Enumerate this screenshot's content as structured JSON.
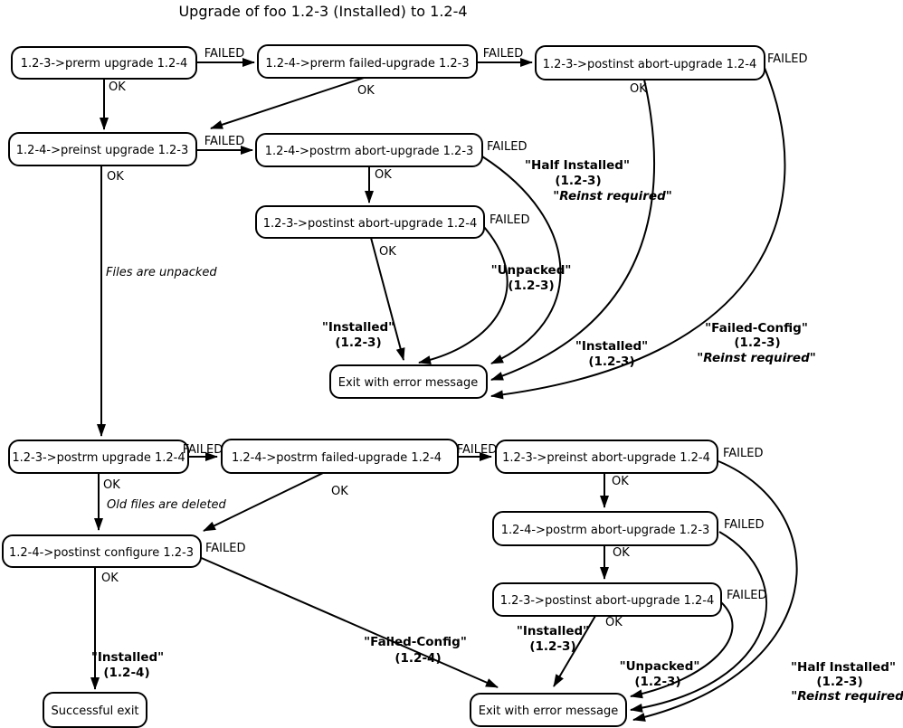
{
  "title": "Upgrade of foo 1.2-3 (Installed) to 1.2-4",
  "nodes": {
    "prerm_upgrade": "1.2-3->prerm upgrade 1.2-4",
    "prerm_failed_upgrade": "1.2-4->prerm failed-upgrade 1.2-3",
    "postinst_abort_top": "1.2-3->postinst abort-upgrade 1.2-4",
    "preinst_upgrade": "1.2-4->preinst upgrade 1.2-3",
    "postrm_abort_upper": "1.2-4->postrm abort-upgrade 1.2-3",
    "postinst_abort_mid": "1.2-3->postinst abort-upgrade 1.2-4",
    "exit_error_top": "Exit with error message",
    "postrm_upgrade": "1.2-3->postrm upgrade 1.2-4",
    "postrm_failed_upgrade": "1.2-4->postrm failed-upgrade 1.2-4",
    "preinst_abort": "1.2-3->preinst abort-upgrade 1.2-4",
    "postinst_configure": "1.2-4->postinst configure 1.2-3",
    "postrm_abort_lower": "1.2-4->postrm abort-upgrade 1.2-3",
    "postinst_abort_lower": "1.2-3->postinst abort-upgrade 1.2-4",
    "successful_exit": "Successful exit",
    "exit_error_bottom": "Exit with error message"
  },
  "edge_labels": {
    "ok": "OK",
    "failed": "FAILED"
  },
  "annotations": {
    "files_unpacked": "Files are unpacked",
    "old_files_deleted": "Old files are deleted"
  },
  "states": {
    "installed_123_a": {
      "l1": "\"Installed\"",
      "l2": "(1.2-3)"
    },
    "unpacked_123_a": {
      "l1": "\"Unpacked\"",
      "l2": "(1.2-3)"
    },
    "half_installed_123_a": {
      "l1": "\"Half Installed\"",
      "l2": "(1.2-3)",
      "l3": "\"Reinst required\""
    },
    "installed_123_b": {
      "l1": "\"Installed\"",
      "l2": "(1.2-3)"
    },
    "failed_config_123": {
      "l1": "\"Failed-Config\"",
      "l2": "(1.2-3)",
      "l3": "\"Reinst required\""
    },
    "installed_124": {
      "l1": "\"Installed\"",
      "l2": "(1.2-4)"
    },
    "failed_config_124": {
      "l1": "\"Failed-Config\"",
      "l2": "(1.2-4)"
    },
    "installed_123_c": {
      "l1": "\"Installed\"",
      "l2": "(1.2-3)"
    },
    "unpacked_123_b": {
      "l1": "\"Unpacked\"",
      "l2": "(1.2-3)"
    },
    "half_installed_123_b": {
      "l1": "\"Half Installed\"",
      "l2": "(1.2-3)",
      "l3": "\"Reinst required\""
    }
  },
  "colors": {
    "stroke": "#000000",
    "background": "#ffffff"
  }
}
